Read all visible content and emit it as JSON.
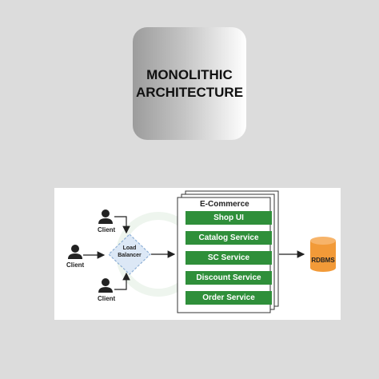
{
  "title": {
    "line1": "MONOLITHIC",
    "line2": "ARCHITECTURE"
  },
  "diagram": {
    "clients": [
      "Client",
      "Client",
      "Client"
    ],
    "load_balancer": {
      "line1": "Load",
      "line2": "Balancer"
    },
    "app_title": "E-Commerce",
    "services": [
      "Shop UI",
      "Catalog Service",
      "SC Service",
      "Discount Service",
      "Order Service"
    ],
    "database": "RDBMS",
    "colors": {
      "service_green": "#2f8f3a",
      "lb_fill": "#dce8f6",
      "db_orange": "#f29a38"
    }
  }
}
